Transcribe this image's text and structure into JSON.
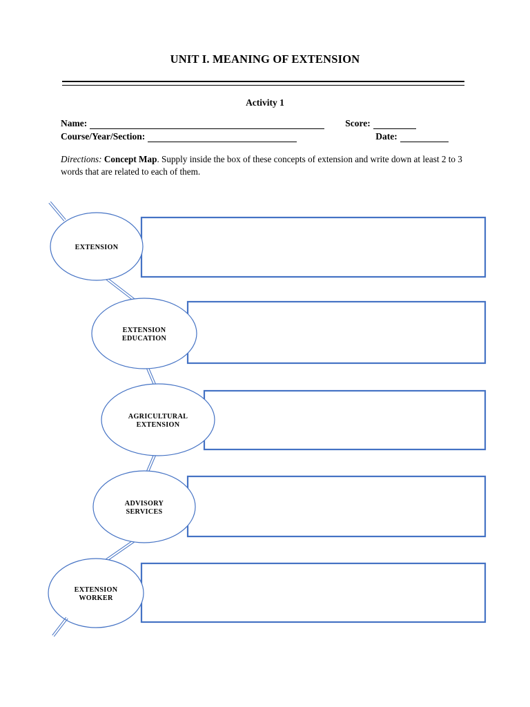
{
  "document": {
    "title": "UNIT I. MEANING OF EXTENSION",
    "activity": "Activity 1"
  },
  "fields": {
    "name_label": "Name:",
    "name_value": "",
    "score_label": "Score:",
    "score_value": "",
    "course_label": "Course/Year/Section:",
    "course_value": "",
    "date_label": "Date:",
    "date_value": ""
  },
  "directions": {
    "lead": "Directions:",
    "task": "Concept Map",
    "text": ". Supply inside the box of these concepts of extension and write down at least 2 to 3 words that are related to each of them."
  },
  "concept_map": {
    "accent_color": "#4472C4",
    "nodes": [
      {
        "id": "extension",
        "label_lines": [
          "EXTENSION"
        ],
        "answer": ""
      },
      {
        "id": "extension-education",
        "label_lines": [
          "EXTENSION",
          "EDUCATION"
        ],
        "answer": ""
      },
      {
        "id": "agricultural-extension",
        "label_lines": [
          "AGRICULTURAL",
          "EXTENSION"
        ],
        "answer": ""
      },
      {
        "id": "advisory-services",
        "label_lines": [
          "ADVISORY",
          "SERVICES"
        ],
        "answer": ""
      },
      {
        "id": "extension-worker",
        "label_lines": [
          "EXTENSION",
          "WORKER"
        ],
        "answer": ""
      }
    ]
  }
}
